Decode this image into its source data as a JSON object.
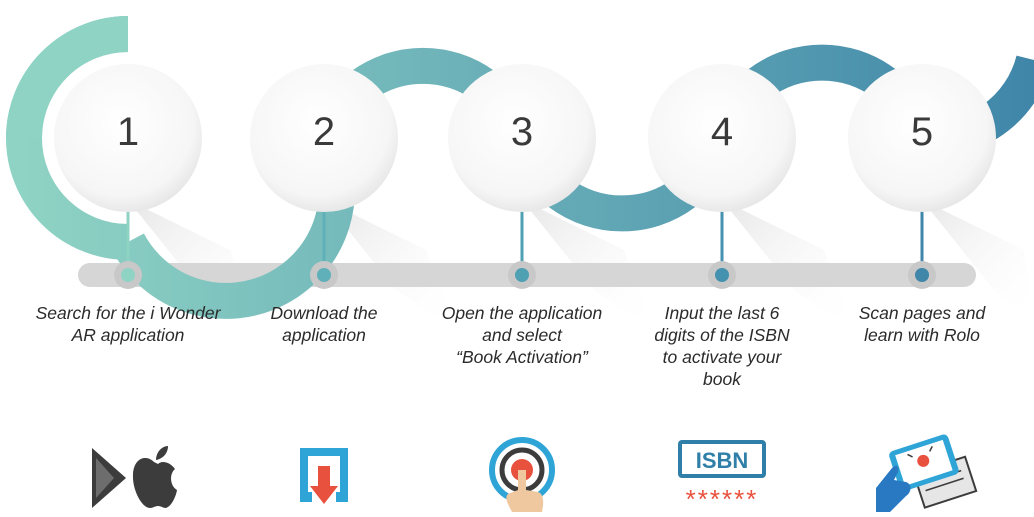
{
  "steps": [
    {
      "number": "1",
      "text": "Search for the i Wonder\nAR application",
      "icon": "app-store-icons"
    },
    {
      "number": "2",
      "text": "Download the\napplication",
      "icon": "download-icon"
    },
    {
      "number": "3",
      "text": "Open the application\nand select\n“Book Activation”",
      "icon": "tap-hand-icon"
    },
    {
      "number": "4",
      "text": "Input the last 6\ndigits of the ISBN\nto activate your\nbook",
      "icon": "isbn-icon"
    },
    {
      "number": "5",
      "text": "Scan pages and\nlearn with Rolo",
      "icon": "scan-tablet-icon"
    }
  ],
  "isbn_label": "ISBN",
  "isbn_stars": "******",
  "colors": {
    "ribbon_start": "#8fd3c4",
    "ribbon_end": "#3f86a9",
    "timeline": "#d6d6d6",
    "dot_outer": "#c8c8c8",
    "accent_red": "#e8513d",
    "dark_icon": "#3c3c3c",
    "blue_icon": "#2fa4d7"
  }
}
